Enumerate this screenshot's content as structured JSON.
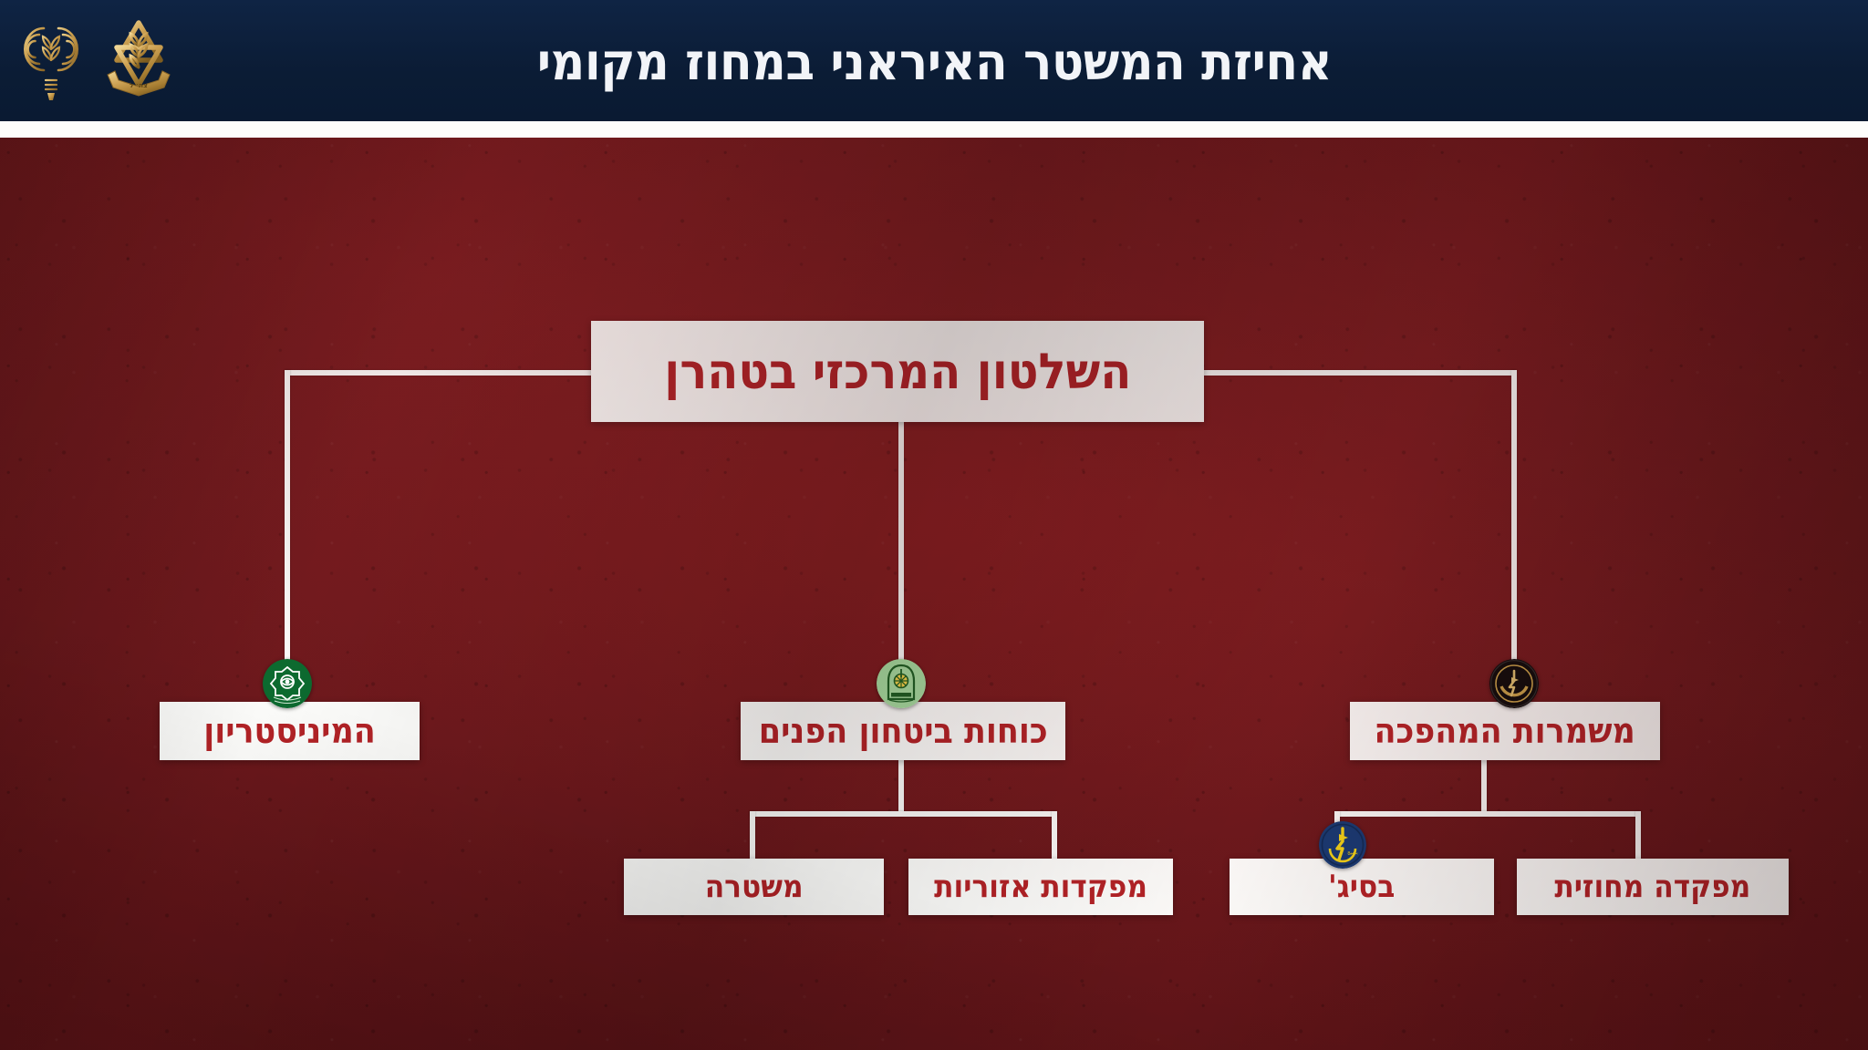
{
  "header": {
    "title": "אחיזת המשטר האיראני במחוז מקומי",
    "logo_left": "idf-spokesperson-unit-emblem",
    "logo_right": "idf-emblem",
    "background_color": "#0b1c35",
    "rule_color": "#fdfdfb"
  },
  "canvas": {
    "background_color": "#741b1f",
    "connector_color": "#fbfbf9",
    "node_background": "#fdfdfb",
    "node_text_color": "#b32226"
  },
  "chart_data": {
    "type": "diagram",
    "title": "אחיזת המשטר האיראני במחוז מקומי",
    "layout": "org-chart",
    "direction": "rtl",
    "nodes": [
      {
        "id": "root",
        "label": "השלטון המרכזי בטהרן",
        "level": 0,
        "badge": null,
        "parent": null
      },
      {
        "id": "ministry",
        "label": "המיניסטריון",
        "level": 1,
        "badge": "mois-emblem",
        "badge_color": "#0f6b32",
        "parent": "root"
      },
      {
        "id": "internal-security",
        "label": "כוחות ביטחון הפנים",
        "level": 1,
        "badge": "faraja-law-enforcement-emblem",
        "badge_color": "#9fd89a",
        "parent": "root"
      },
      {
        "id": "irgc",
        "label": "משמרות המהפכה",
        "level": 1,
        "badge": "irgc-emblem",
        "badge_color": "#0d0d0d",
        "parent": "root"
      },
      {
        "id": "police",
        "label": "משטרה",
        "level": 2,
        "badge": null,
        "parent": "internal-security"
      },
      {
        "id": "regional-commands",
        "label": "מפקדות אזוריות",
        "level": 2,
        "badge": null,
        "parent": "internal-security"
      },
      {
        "id": "basij",
        "label": "בסיג'",
        "level": 2,
        "badge": "basij-emblem",
        "badge_color": "#173a74",
        "parent": "irgc"
      },
      {
        "id": "provincial-command",
        "label": "מפקדה מחוזית",
        "level": 2,
        "badge": null,
        "parent": "irgc"
      }
    ]
  }
}
